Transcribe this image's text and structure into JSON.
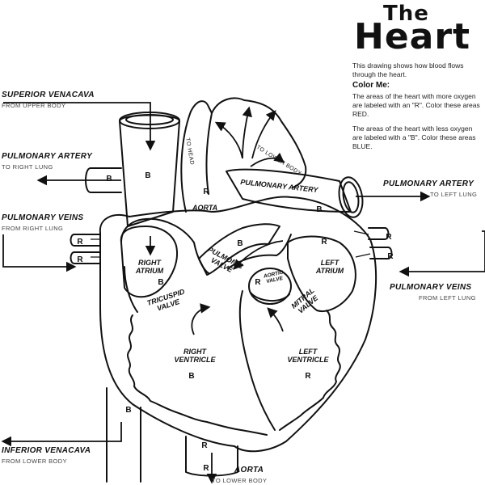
{
  "title": {
    "line1": "The",
    "line2": "Heart"
  },
  "intro": "This drawing shows how blood flows through the heart.",
  "color_me": {
    "heading": "Color Me:",
    "red_text": "The areas of the heart with more oxygen are labeled with an \"R\". Color these areas RED.",
    "blue_text": "The areas of the heart with less oxygen are labeled with a \"B\". Color these areas BLUE."
  },
  "vessels": {
    "superior_vena_cava": {
      "label": "SUPERIOR VENACAVA",
      "sub": "FROM UPPER BODY"
    },
    "pulmonary_artery_right": {
      "label": "PULMONARY ARTERY",
      "sub": "TO RIGHT LUNG"
    },
    "pulmonary_veins_right": {
      "label": "PULMONARY VEINS",
      "sub": "FROM RIGHT LUNG"
    },
    "inferior_vena_cava": {
      "label": "INFERIOR VENACAVA",
      "sub": "FROM LOWER BODY"
    },
    "pulmonary_artery_left": {
      "label": "PULMONARY ARTERY",
      "sub": "TO LEFT LUNG"
    },
    "pulmonary_veins_left": {
      "label": "PULMONARY VEINS",
      "sub": "FROM LEFT LUNG"
    },
    "aorta_bottom": {
      "label": "AORTA",
      "sub": "TO LOWER BODY"
    }
  },
  "inner": {
    "to_head": "TO HEAD",
    "to_lower_body": "TO LOWER BODY",
    "aorta": "AORTA",
    "pulmonary_artery": "PULMONARY ARTERY",
    "right_atrium": "RIGHT ATRIUM",
    "left_atrium": "LEFT ATRIUM",
    "pulmonic_valve": "PULMONIC VALVE",
    "aortic_valve": "AORTIC VALVE",
    "tricuspid_valve": "TRICUSPID VALVE",
    "mitral_valve": "MITRAL VALVE",
    "right_ventricle": "RIGHT VENTRICLE",
    "left_ventricle": "LEFT VENTRICLE"
  },
  "marks": {
    "red": "R",
    "blue": "B"
  }
}
